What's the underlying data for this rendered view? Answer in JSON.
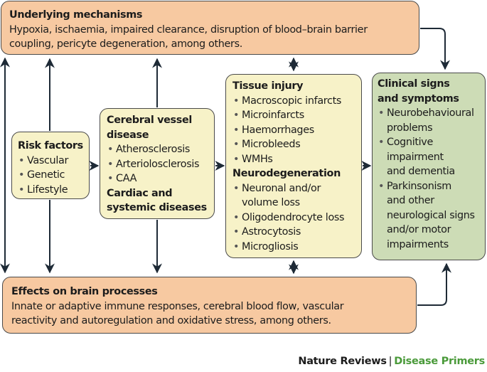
{
  "underlying": {
    "title": "Underlying mechanisms",
    "line1": "Hypoxia, ischaemia, impaired clearance, disruption of blood–brain barrier",
    "line2": "coupling, pericyte degeneration, among others."
  },
  "risk": {
    "title": "Risk factors",
    "items": [
      "Vascular",
      "Genetic",
      "Lifestyle"
    ]
  },
  "cvd": {
    "title_line1": "Cerebral vessel",
    "title_line2": "disease",
    "items": [
      "Atherosclerosis",
      "Arteriolosclerosis",
      "CAA"
    ],
    "subtitle_line1": "Cardiac and",
    "subtitle_line2": "systemic diseases"
  },
  "tissue": {
    "title": "Tissue injury",
    "items": [
      "Macroscopic infarcts",
      "Microinfarcts",
      "Haemorrhages",
      "Microbleeds",
      "WMHs"
    ],
    "subtitle": "Neurodegeneration",
    "items2": [
      {
        "l1": "Neuronal and/or",
        "l2": "volume loss"
      },
      {
        "l1": "Oligodendrocyte loss"
      },
      {
        "l1": "Astrocytosis"
      },
      {
        "l1": "Microgliosis"
      }
    ]
  },
  "clinical": {
    "title_line1": "Clinical signs",
    "title_line2": "and symptoms",
    "items": [
      {
        "lines": [
          "Neurobehavioural",
          "problems"
        ]
      },
      {
        "lines": [
          "Cognitive",
          "impairment",
          "and dementia"
        ]
      },
      {
        "lines": [
          "Parkinsonism",
          "and other",
          "neurological signs",
          "and/or motor",
          "impairments"
        ]
      }
    ]
  },
  "effects": {
    "title": "Effects on brain processes",
    "line1": "Innate or adaptive immune responses, cerebral blood flow, vascular",
    "line2": "reactivity and autoregulation and oxidative stress, among others."
  },
  "footer": {
    "journal": "Nature Reviews",
    "separator": "|",
    "series": "Disease Primers"
  },
  "colors": {
    "orange_box": "#f7c9a1",
    "yellow_box": "#f7f2c8",
    "green_box": "#cddcb6",
    "arrow": "#1e2a36",
    "brand_green": "#4a9a3a"
  }
}
